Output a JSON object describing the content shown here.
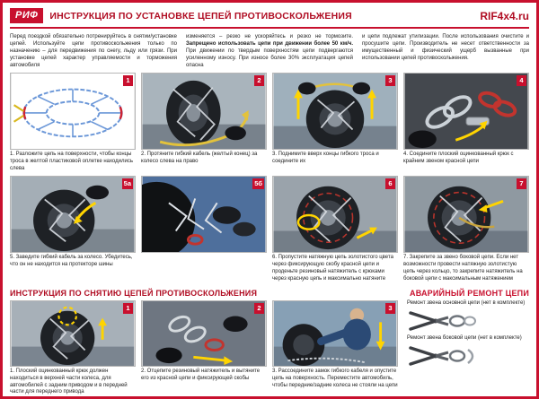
{
  "colors": {
    "accent": "#c8102e",
    "title_red": "#b00d23",
    "arrow_yellow": "#ffd400"
  },
  "header": {
    "logo": "РИФ",
    "title": "ИНСТРУКЦИЯ ПО УСТАНОВКЕ ЦЕПЕЙ ПРОТИВОСКОЛЬЖЕНИЯ",
    "site": "RIF4x4.ru"
  },
  "intro": {
    "col1": "Перед поездкой обязательно потренируйтесь в снятии/установке цепей. Используйте цепи противоскольжения только по назначению – для передвижения по снегу, льду или грязи. При установке цепей характер управляемости и торможения автомобиля",
    "col2_pre": "изменяется – резко не ускоряйтесь и резко не тормозите. ",
    "col2_bold": "Запрещено использовать цепи при движении более 50 км/ч.",
    "col2_post": " При движении по твердым поверхностям цепи подвергаются усиленному износу. При износе более 30% эксплуатация цепей опасна",
    "col3": "и цепи подлежат утилизации. После использования очистите и просушите цепи. Производитель не несет ответственности за имущественный и физический ущерб вызванные при использовании цепей противоскольжения."
  },
  "install_steps": [
    {
      "badge": "1",
      "caption": "1. Разложите цепь на поверхности, чтобы концы троса в желтой пластиковой оплетке находились слева"
    },
    {
      "badge": "2",
      "caption": "2. Протяните гибкий кабель (желтый конец) за колесо слева на право"
    },
    {
      "badge": "3",
      "caption": "3. Поднимите вверх концы гибкого троса и соедините их"
    },
    {
      "badge": "4",
      "caption": "4. Соедините плоский оцинкованный крюк с крайним звеном красной цепи"
    },
    {
      "badge": "5а",
      "caption": "5. Заведите гибкий кабель за колесо. Убедитесь, что он не находится на протекторе шины"
    },
    {
      "badge": "5б",
      "caption": ""
    },
    {
      "badge": "6",
      "caption": "6. Пропустите натяжную цепь золотистого цвета через фиксирующую скобу красной цепи и проденьте резиновый натяжитель с крюками через красную цепь и максимально натяните"
    },
    {
      "badge": "7",
      "caption": "7. Закрепите за звено боковой цепи. Если нет возможности провести натяжную золотистую цепь через кольцо, то закрепите натяжитель на боковой цепи с максимальным натяжением"
    }
  ],
  "removal": {
    "title": "ИНСТРУКЦИЯ ПО СНЯТИЮ ЦЕПЕЙ ПРОТИВОСКОЛЬЖЕНИЯ",
    "steps": [
      {
        "badge": "1",
        "caption": "1. Плоский оцинкованный крюк должен находиться в верхней части колеса, для автомобилей с задним приводом и в передней части для переднего привода"
      },
      {
        "badge": "2",
        "caption": "2. Отцепите резиновый натяжитель и вытяните его из красной цепи и фиксирующей скобы"
      },
      {
        "badge": "3",
        "caption": "3. Рассоедините замок гибкого кабеля и опустите цепь на поверхность. Переместите автомобиль, чтобы передние/задние колеса не стояли на цепи"
      }
    ]
  },
  "repair": {
    "title": "АВАРИЙНЫЙ РЕМОНТ ЦЕПИ",
    "items": [
      {
        "label": "Ремонт звена основной цепи (нет в комплекте)"
      },
      {
        "label": "Ремонт звена боковой цепи (нет в комплекте)"
      }
    ]
  }
}
